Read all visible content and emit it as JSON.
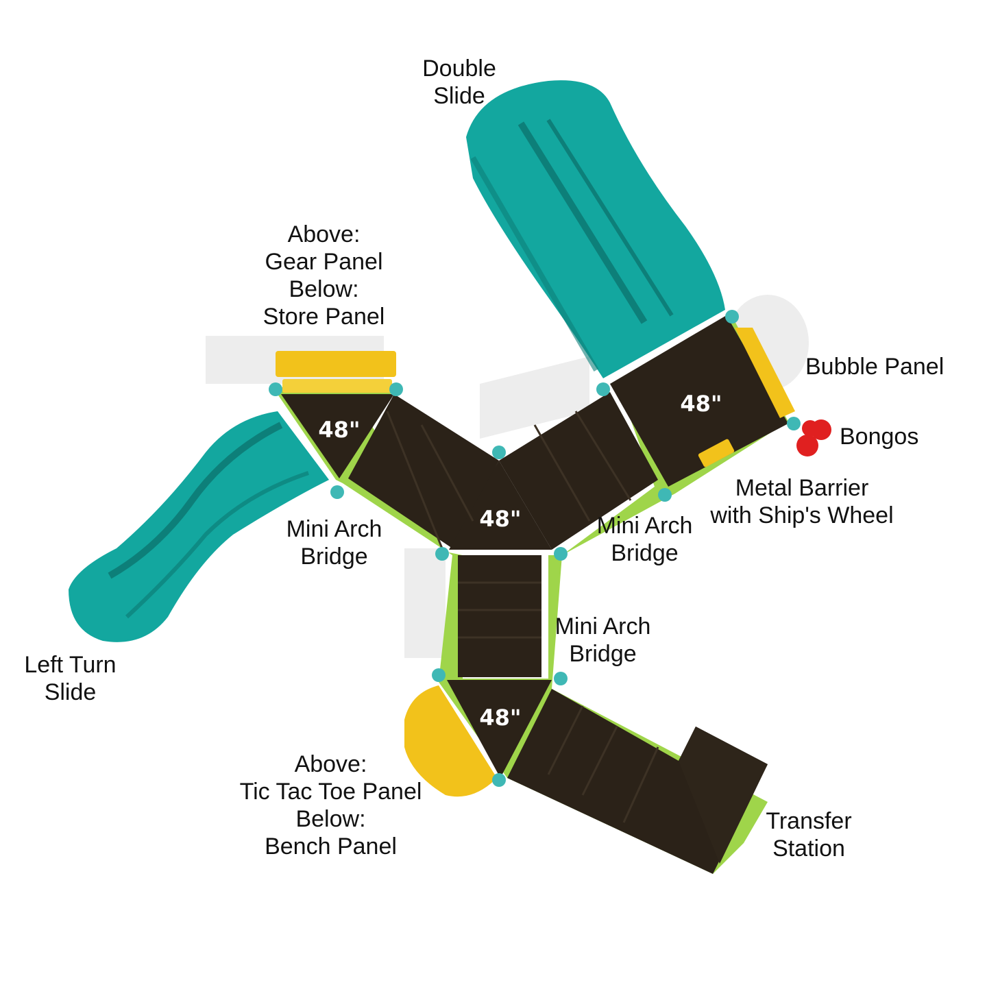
{
  "colors": {
    "deck": "#2b2218",
    "deck_edge": "#9fd54a",
    "slide": "#13a79f",
    "slide_dark": "#0d7f79",
    "panel_yellow": "#f2c21b",
    "bongos": "#e02020",
    "post_cap": "#3fb8b5"
  },
  "labels": {
    "double_slide": [
      "Double",
      "Slide"
    ],
    "gear_store": [
      "Above:",
      "Gear Panel",
      "Below:",
      "Store Panel"
    ],
    "bubble_panel": "Bubble Panel",
    "bongos": "Bongos",
    "metal_barrier": [
      "Metal Barrier",
      "with Ship's Wheel"
    ],
    "bridge_left": [
      "Mini Arch",
      "Bridge"
    ],
    "bridge_right": [
      "Mini Arch",
      "Bridge"
    ],
    "bridge_bottom": [
      "Mini Arch",
      "Bridge"
    ],
    "left_turn_slide": [
      "Left Turn",
      "Slide"
    ],
    "tictactoe_bench": [
      "Above:",
      "Tic Tac Toe Panel",
      "Below:",
      "Bench Panel"
    ],
    "transfer_station": [
      "Transfer",
      "Station"
    ]
  },
  "heights": {
    "deck_left": "48\"",
    "deck_center": "48\"",
    "deck_right": "48\"",
    "deck_bottom": "48\""
  }
}
